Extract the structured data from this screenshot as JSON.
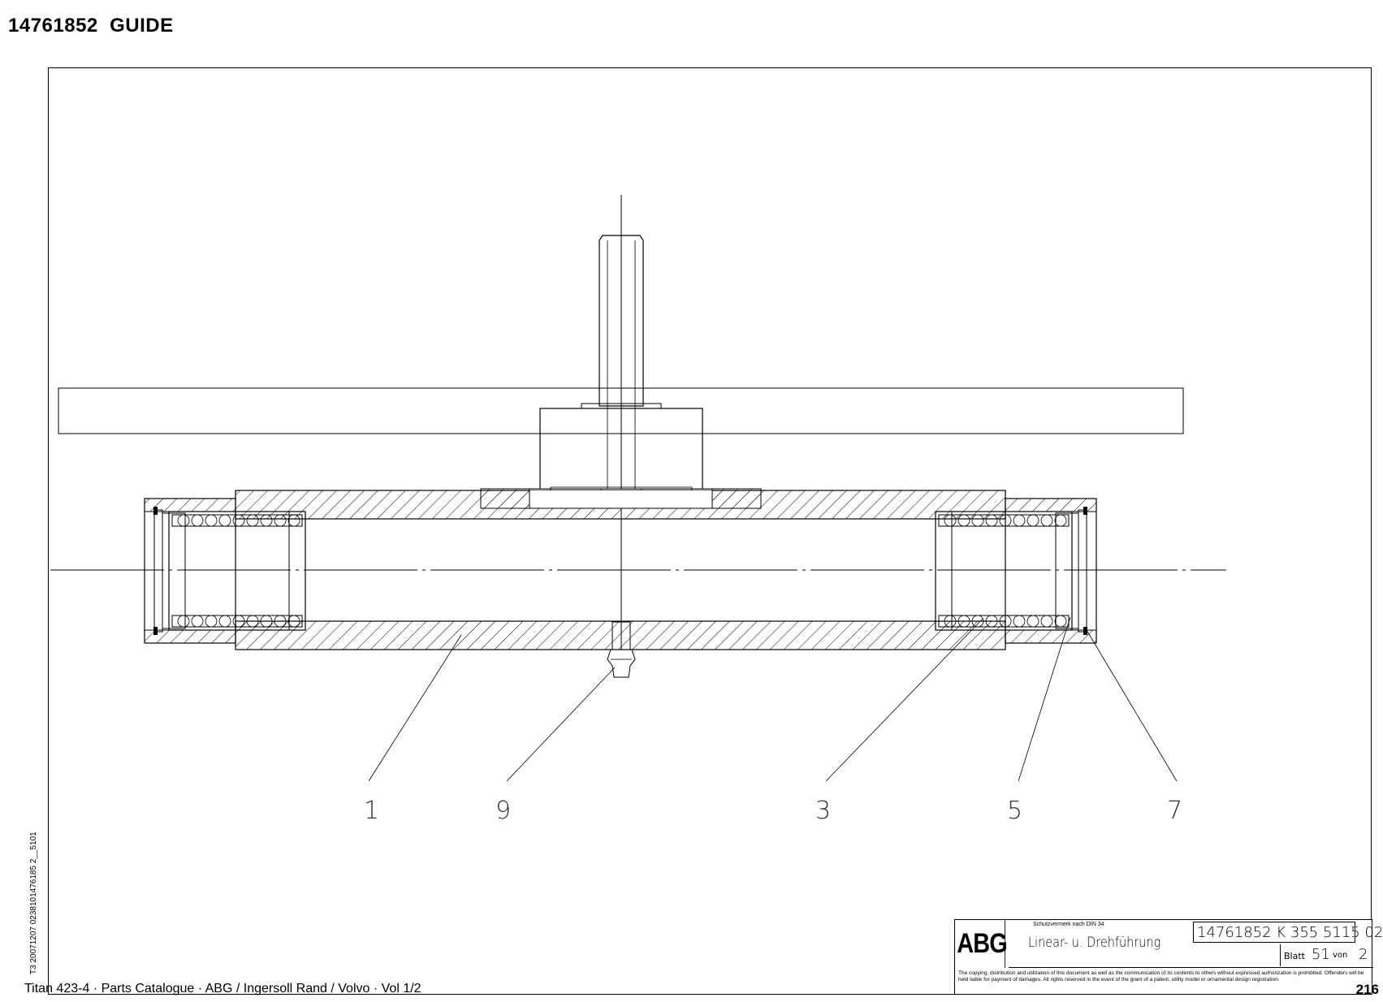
{
  "header": {
    "title": "14761852  GUIDE"
  },
  "side_reference": "T3 20071207 0238101476185 2__5101",
  "callouts": [
    "1",
    "9",
    "3",
    "5",
    "7"
  ],
  "title_block": {
    "logo": "ABG",
    "protection_note": "Schutzvermerk nach DIN 34",
    "description": "Linear- u. Drehführung",
    "drawing_number": "14761852  K 355 5115 02",
    "sheet_label": "Blatt",
    "sheet_number": "51",
    "of_label": "von",
    "sheet_total": "2",
    "copyright": "The copying, distribution and utilization of this document as well as the communication of its contents to others without expressed authorization is prohibited. Offenders will be held liable for payment of damages. All rights reserved in the event of the grant of a patent, utility model or ornamental design registration."
  },
  "footer": {
    "catalogue": "Titan 423-4  ·  Parts Catalogue  ·  ABG / Ingersoll Rand / Volvo  ·  Vol 1/2",
    "page_number": "216"
  }
}
